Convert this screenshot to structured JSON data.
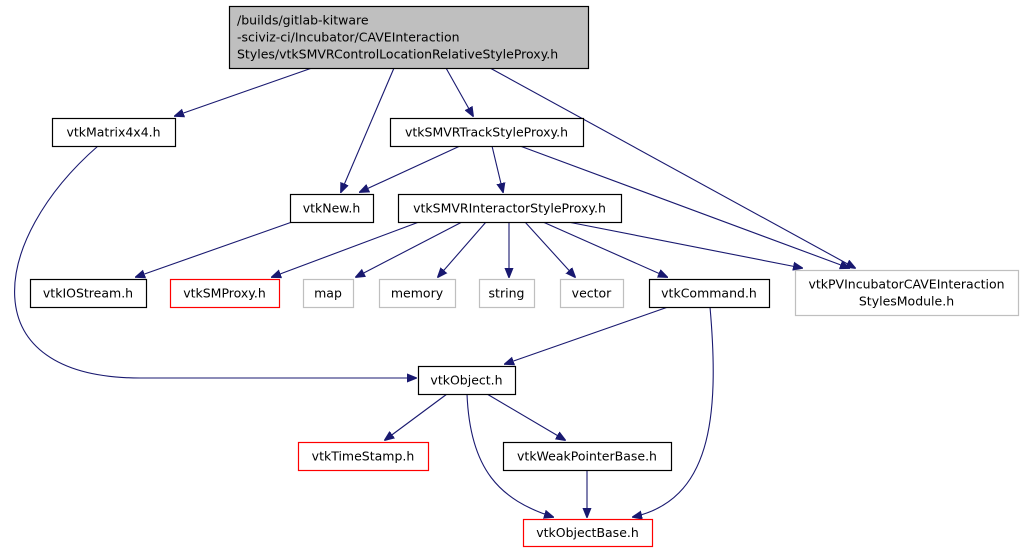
{
  "diagram": {
    "type": "include-dependency-graph",
    "colors": {
      "edge": "#191970",
      "root_fill": "#bfbfbf",
      "root_border": "#000000",
      "documented_border": "#000000",
      "undocumented_border": "#ff0000",
      "system_border": "#bfbfbf"
    },
    "nodes": [
      {
        "id": "root",
        "lines": [
          "/builds/gitlab-kitware",
          "-sciviz-ci/Incubator/CAVEInteraction",
          "Styles/vtkSMVRControlLocationRelativeStyleProxy.h"
        ],
        "kind": "root"
      },
      {
        "id": "matrix",
        "lines": [
          "vtkMatrix4x4.h"
        ],
        "kind": "documented"
      },
      {
        "id": "track",
        "lines": [
          "vtkSMVRTrackStyleProxy.h"
        ],
        "kind": "documented"
      },
      {
        "id": "new",
        "lines": [
          "vtkNew.h"
        ],
        "kind": "documented"
      },
      {
        "id": "interactor",
        "lines": [
          "vtkSMVRInteractorStyleProxy.h"
        ],
        "kind": "documented"
      },
      {
        "id": "iostream",
        "lines": [
          "vtkIOStream.h"
        ],
        "kind": "documented"
      },
      {
        "id": "smproxy",
        "lines": [
          "vtkSMProxy.h"
        ],
        "kind": "undocumented"
      },
      {
        "id": "map",
        "lines": [
          "map"
        ],
        "kind": "system"
      },
      {
        "id": "memory",
        "lines": [
          "memory"
        ],
        "kind": "system"
      },
      {
        "id": "string",
        "lines": [
          "string"
        ],
        "kind": "system"
      },
      {
        "id": "vector",
        "lines": [
          "vector"
        ],
        "kind": "system"
      },
      {
        "id": "command",
        "lines": [
          "vtkCommand.h"
        ],
        "kind": "documented"
      },
      {
        "id": "module",
        "lines": [
          "vtkPVIncubatorCAVEInteraction",
          "StylesModule.h"
        ],
        "kind": "system"
      },
      {
        "id": "object",
        "lines": [
          "vtkObject.h"
        ],
        "kind": "documented"
      },
      {
        "id": "timestamp",
        "lines": [
          "vtkTimeStamp.h"
        ],
        "kind": "undocumented"
      },
      {
        "id": "weakptr",
        "lines": [
          "vtkWeakPointerBase.h"
        ],
        "kind": "documented"
      },
      {
        "id": "objectbase",
        "lines": [
          "vtkObjectBase.h"
        ],
        "kind": "undocumented"
      }
    ],
    "edges": [
      [
        "root",
        "matrix"
      ],
      [
        "root",
        "new"
      ],
      [
        "root",
        "track"
      ],
      [
        "root",
        "module"
      ],
      [
        "matrix",
        "object"
      ],
      [
        "track",
        "new"
      ],
      [
        "track",
        "interactor"
      ],
      [
        "track",
        "module"
      ],
      [
        "new",
        "iostream"
      ],
      [
        "interactor",
        "smproxy"
      ],
      [
        "interactor",
        "map"
      ],
      [
        "interactor",
        "memory"
      ],
      [
        "interactor",
        "string"
      ],
      [
        "interactor",
        "vector"
      ],
      [
        "interactor",
        "command"
      ],
      [
        "interactor",
        "module"
      ],
      [
        "command",
        "object"
      ],
      [
        "command",
        "objectbase"
      ],
      [
        "object",
        "timestamp"
      ],
      [
        "object",
        "objectbase"
      ],
      [
        "object",
        "weakptr"
      ],
      [
        "weakptr",
        "objectbase"
      ]
    ]
  }
}
